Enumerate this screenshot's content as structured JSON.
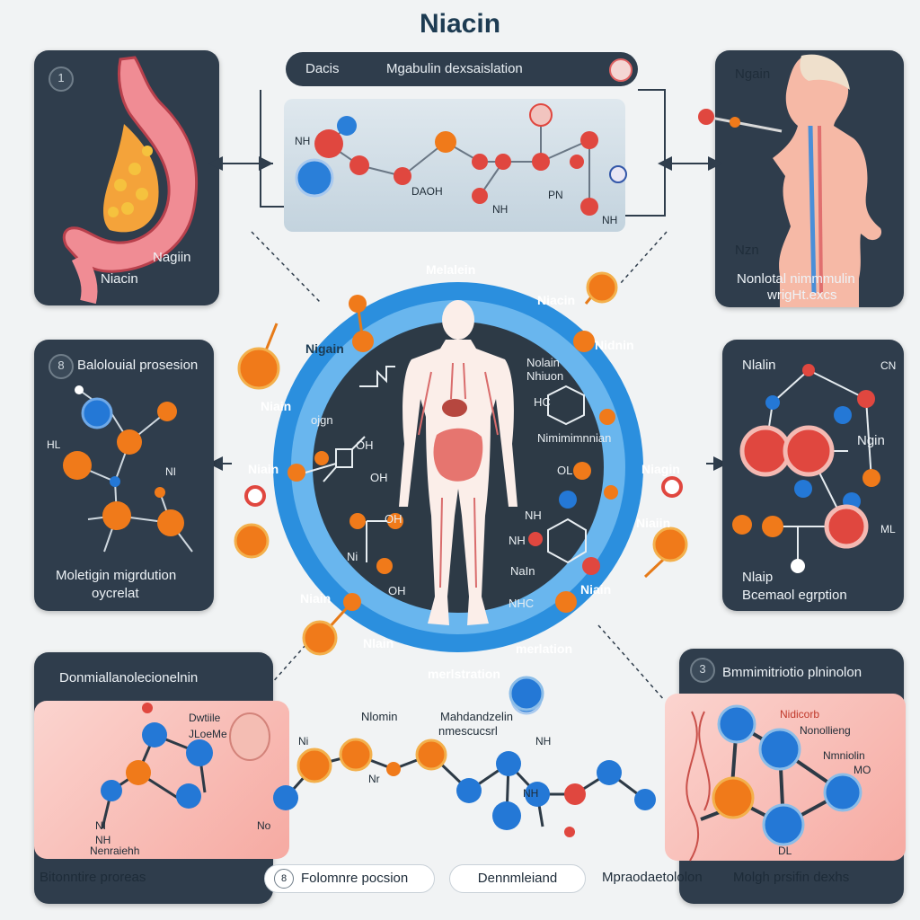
{
  "title": "Niacin",
  "colors": {
    "panel": "#2f3d4c",
    "ring": "#2b8fde",
    "orange_atom": "#f07a1a",
    "blue_atom": "#2478d6",
    "red_atom": "#e0473f",
    "pink_bg": "#f7b3aa"
  },
  "top_left_panel": {
    "badge": "1",
    "label_a": "Nagiin",
    "label_b": "Niacin",
    "icon": "stomach-icon"
  },
  "top_center": {
    "pill_left": "Dacis",
    "pill_right": "Mgabulin dexsaislation",
    "marks": [
      "DAOH",
      "NH",
      "PN",
      "NH",
      "NH"
    ]
  },
  "top_right_panel": {
    "label_top": "Ngain",
    "label_mid": "Nzn",
    "caption_1": "Nonlotal nimmmulin",
    "caption_2": "wrigHt.excs",
    "icon": "human-figure-icon"
  },
  "ring": {
    "top_label": "Melalein",
    "labels_left": [
      "Nigain",
      "Niain",
      "Niain",
      "Niain",
      "Nlain"
    ],
    "labels_right": [
      "Niacin",
      "Nidnin",
      "Niagin",
      "Niaiin",
      "Niain",
      "merlation"
    ],
    "bottom_label": "merlstration",
    "inner_left": [
      "ojgn",
      "OH",
      "OH",
      "OH",
      "Ni",
      "OH"
    ],
    "inner_right": [
      "Nolain Nhiuon",
      "Nimimimnnian",
      "HC",
      "OL",
      "NH",
      "NH",
      "NHC",
      "NaIn"
    ]
  },
  "left_mid_panel": {
    "badge": "8",
    "heading": "Balolouial prosesion",
    "caption_1": "Moletigin migrdution",
    "caption_2": "oycrelat",
    "marks": [
      "NI",
      "HL"
    ]
  },
  "right_mid_panel": {
    "label_a": "Nlalin",
    "label_b": "Ngin",
    "caption_1": "Nlaip",
    "caption_2": "Bcemaol egrption",
    "marks": [
      "CN",
      "ML"
    ]
  },
  "bottom_left_panel": {
    "heading": "Donmiallanolecionelnin",
    "labels": [
      "Dwtiile",
      "JLoeMe",
      "NI",
      "NH",
      "Nenraiehh",
      "No"
    ]
  },
  "bottom_center": {
    "label_1": "Nlomin",
    "label_2": "Mahdandzelin",
    "label_3": "nmescucsrl",
    "marks": [
      "Ni",
      "Nr",
      "NH",
      "NH"
    ]
  },
  "bottom_right_panel": {
    "badge": "3",
    "heading": "Bmmimitriotio plninolon",
    "labels": [
      "Nidicorb",
      "Nonollieng",
      "Nmniolin",
      "MO",
      "DL"
    ]
  },
  "bottom_row": {
    "left_text": "Bitonntire proreas",
    "pill_badge": "8",
    "pill_text": "Folomnre pocsion",
    "center_pill": "Dennmleiand",
    "right_text_1": "Mpraodaetololon",
    "right_text_2": "Molgh prsifin dexhs"
  }
}
